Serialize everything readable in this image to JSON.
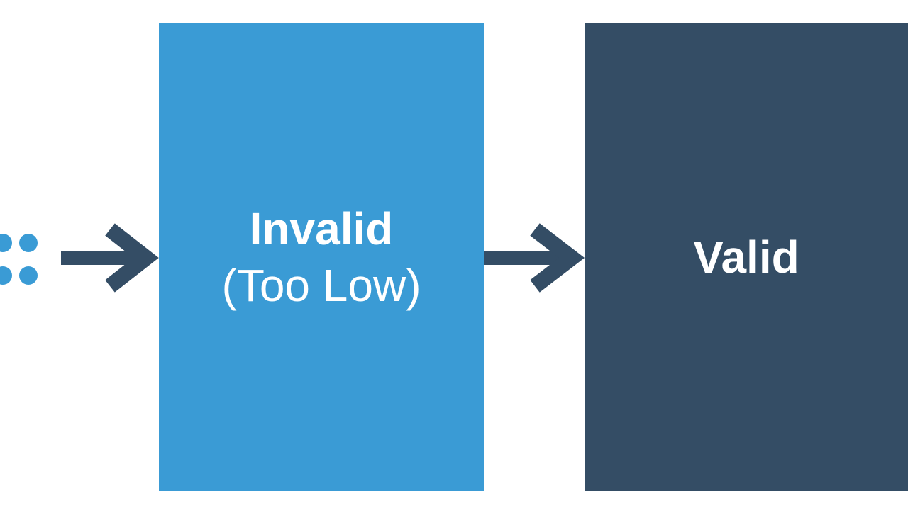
{
  "colors": {
    "background": "#ffffff",
    "invalid_box": "#3a9bd5",
    "valid_box": "#344d65",
    "arrow": "#344d65",
    "dots": "#3a9bd5"
  },
  "boxes": {
    "invalid": {
      "line1": "Invalid",
      "line2": "(Too Low)"
    },
    "valid": {
      "label": "Valid"
    }
  },
  "icons": {
    "left_dots": "dots-icon",
    "arrow_1": "arrow-right-icon",
    "arrow_2": "arrow-right-icon"
  }
}
